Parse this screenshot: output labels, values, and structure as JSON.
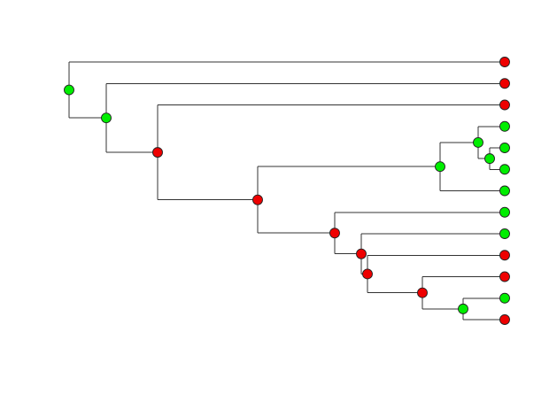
{
  "colors": {
    "background": "#ffffff",
    "branch": "#333333",
    "node_outline": "#222222",
    "state_a": "#00ee00",
    "state_b": "#ee0000"
  },
  "tree": {
    "id": "n1",
    "state": "state_a",
    "children": [
      {
        "id": "t1",
        "state": "state_b"
      },
      {
        "id": "n2",
        "state": "state_a",
        "children": [
          {
            "id": "t2",
            "state": "state_b"
          },
          {
            "id": "n3",
            "state": "state_b",
            "children": [
              {
                "id": "t3",
                "state": "state_b"
              },
              {
                "id": "n4",
                "state": "state_b",
                "children": [
                  {
                    "id": "n5",
                    "state": "state_a",
                    "children": [
                      {
                        "id": "n6",
                        "state": "state_a",
                        "children": [
                          {
                            "id": "t4",
                            "state": "state_a"
                          },
                          {
                            "id": "n7",
                            "state": "state_a",
                            "children": [
                              {
                                "id": "t5",
                                "state": "state_a"
                              },
                              {
                                "id": "t6",
                                "state": "state_a"
                              }
                            ]
                          }
                        ]
                      },
                      {
                        "id": "t7",
                        "state": "state_a"
                      }
                    ]
                  },
                  {
                    "id": "n8",
                    "state": "state_b",
                    "children": [
                      {
                        "id": "t8",
                        "state": "state_a"
                      },
                      {
                        "id": "n9",
                        "state": "state_b",
                        "children": [
                          {
                            "id": "t9",
                            "state": "state_a"
                          },
                          {
                            "id": "n10",
                            "state": "state_b",
                            "children": [
                              {
                                "id": "t10",
                                "state": "state_b"
                              },
                              {
                                "id": "n11",
                                "state": "state_b",
                                "children": [
                                  {
                                    "id": "t11",
                                    "state": "state_b"
                                  },
                                  {
                                    "id": "n12",
                                    "state": "state_a",
                                    "children": [
                                      {
                                        "id": "t12",
                                        "state": "state_a"
                                      },
                                      {
                                        "id": "t13",
                                        "state": "state_b"
                                      }
                                    ]
                                  }
                                ]
                              }
                            ]
                          }
                        ]
                      }
                    ]
                  }
                ]
              }
            ]
          }
        ]
      }
    ]
  }
}
